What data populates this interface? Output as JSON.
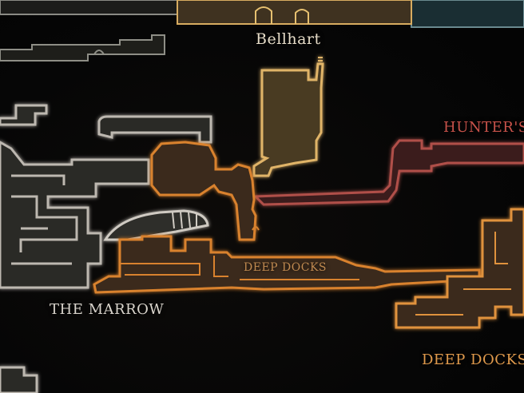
{
  "regions": {
    "bellhart": {
      "label": "Bellhart",
      "color": "#e6dcc8"
    },
    "hunters": {
      "label": "HUNTER'S",
      "color": "#c8524a"
    },
    "deep_docks_inner": {
      "label": "DEEP DOCKS",
      "color": "#c08a50"
    },
    "marrow": {
      "label": "THE MARROW",
      "color": "#d9d4cc"
    },
    "deep_docks_outer": {
      "label": "DEEP DOCKS",
      "color": "#e09a4c"
    }
  },
  "palette": {
    "background": "#050505",
    "marrow_fill": "#2a2927",
    "marrow_stroke": "#bdb8b0",
    "docks_fill": "#3a2a1a",
    "docks_stroke": "#d9822e",
    "bellhart_fill": "#4a3a22",
    "bellhart_stroke": "#e0b468",
    "hunters_fill": "#3a1e1c",
    "hunters_stroke": "#b0504a",
    "teal_fill": "#1a2e33"
  }
}
